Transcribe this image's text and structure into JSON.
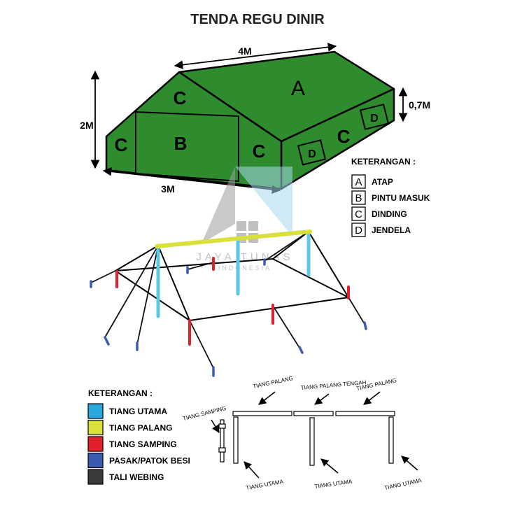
{
  "title": "TENDA REGU DINIR",
  "tent": {
    "colors": {
      "fill": "#2e8b2e",
      "outline": "#000000"
    },
    "dims": {
      "length": "4M",
      "height": "2M",
      "width": "3M",
      "wall": "0,7M"
    },
    "parts": {
      "roof": "A",
      "door": "B",
      "wall": "C",
      "window": "D"
    }
  },
  "legend_top": {
    "heading": "KETERANGAN :",
    "items": [
      {
        "code": "A",
        "label": "ATAP"
      },
      {
        "code": "B",
        "label": "PINTU MASUK"
      },
      {
        "code": "C",
        "label": "DINDING"
      },
      {
        "code": "D",
        "label": "JENDELA"
      }
    ]
  },
  "watermark": {
    "line1": "JAYA TUNAS",
    "line2": "INDONESIA"
  },
  "frame_colors": {
    "main_pole": "#5bc8e8",
    "ridge_pole": "#d9e03c",
    "side_pole": "#e0202a",
    "stake": "#3a5cb0",
    "rope": "#000000"
  },
  "legend_bottom": {
    "heading": "KETERANGAN :",
    "items": [
      {
        "color": "#29a8e0",
        "label": "TIANG UTAMA"
      },
      {
        "color": "#d9e03c",
        "label": "TIANG PALANG"
      },
      {
        "color": "#e0202a",
        "label": "TIANG SAMPING"
      },
      {
        "color": "#3a5cb0",
        "label": "PASAK/PATOK BESI"
      },
      {
        "color": "#3a3a3a",
        "label": "TALI WEBING"
      }
    ]
  },
  "pole_diagram": {
    "labels": {
      "samping": "TIANG SAMPING",
      "palang_left": "TIANG PALANG",
      "palang_tengah": "TIANG PALANG TENGAH",
      "palang_right": "TIANG PALANG",
      "utama_left": "TIANG UTAMA",
      "utama_mid": "TIANG UTAMA",
      "utama_right": "TIANG UTAMA"
    }
  }
}
